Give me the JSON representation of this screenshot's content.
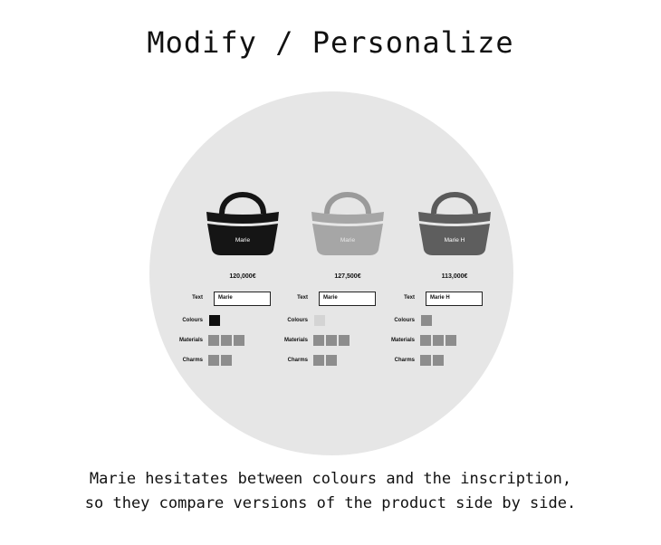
{
  "title": "Modify / Personalize",
  "labels": {
    "text": "Text",
    "colours": "Colours",
    "materials": "Materials",
    "charms": "Charms"
  },
  "variants": [
    {
      "price": "120,000€",
      "inscription": "Marie",
      "bag_color": "#151515",
      "handle_color": "#151515",
      "colour_swatch": "#0e0e0e",
      "inscription_color": "#ffffff",
      "materials_count": 3,
      "charms_count": 2
    },
    {
      "price": "127,500€",
      "inscription": "Marie",
      "bag_color": "#a6a6a6",
      "handle_color": "#9a9a9a",
      "colour_swatch": "#d4d4d4",
      "inscription_color": "#e8e8e8",
      "materials_count": 3,
      "charms_count": 2
    },
    {
      "price": "113,000€",
      "inscription": "Marie H",
      "bag_color": "#5e5e5e",
      "handle_color": "#5a5a5a",
      "colour_swatch": "#8c8c8c",
      "inscription_color": "#ffffff",
      "materials_count": 3,
      "charms_count": 2
    }
  ],
  "swatch_color": "#8d8d8d",
  "caption": {
    "line1": "Marie hesitates between colours and the inscription,",
    "line2": "so they compare versions of the product side by side."
  }
}
